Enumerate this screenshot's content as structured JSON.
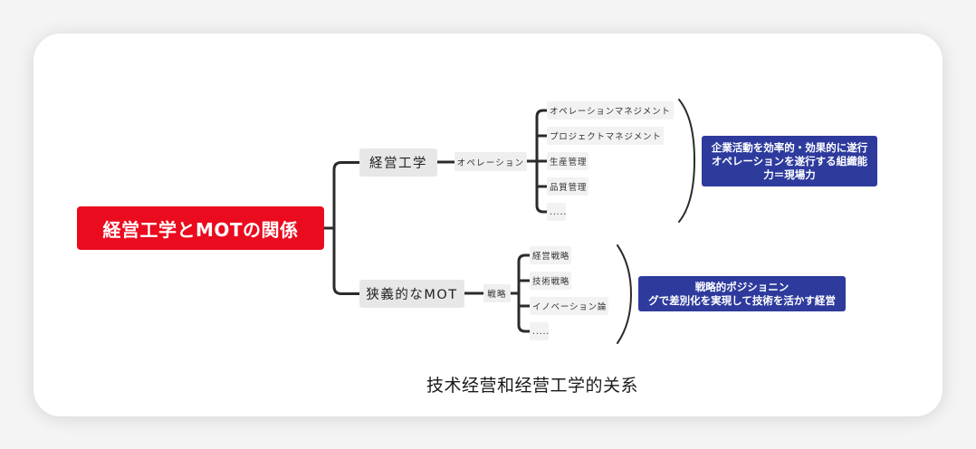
{
  "root": {
    "label": "経営工学とMOTの関係"
  },
  "branches": [
    {
      "label": "経営工学",
      "sub_label": "オペレーション",
      "items": [
        "オペレーションマネジメント",
        "プロジェクトマネジメント",
        "生産管理",
        "品質管理",
        "....."
      ],
      "summary": [
        "企業活動を効率的・効果的に遂行",
        "オペレーションを遂行する組織能",
        "力＝現場力"
      ]
    },
    {
      "label": "狭義的なMOT",
      "sub_label": "戦略",
      "items": [
        "経営戦略",
        "技術戦略",
        "イノベーション論",
        "....."
      ],
      "summary": [
        "戦略的ポジショニン",
        "グで差別化を実現して技術を活かす経営"
      ]
    }
  ],
  "caption": "技术经营和经营工学的关系",
  "colors": {
    "root_bg": "#eb0b1e",
    "summary_bg": "#2e3b9d",
    "branch_bg": "#e7e7e7",
    "leaf_bg": "#f2f2f2",
    "connector": "#2b2b2b"
  }
}
